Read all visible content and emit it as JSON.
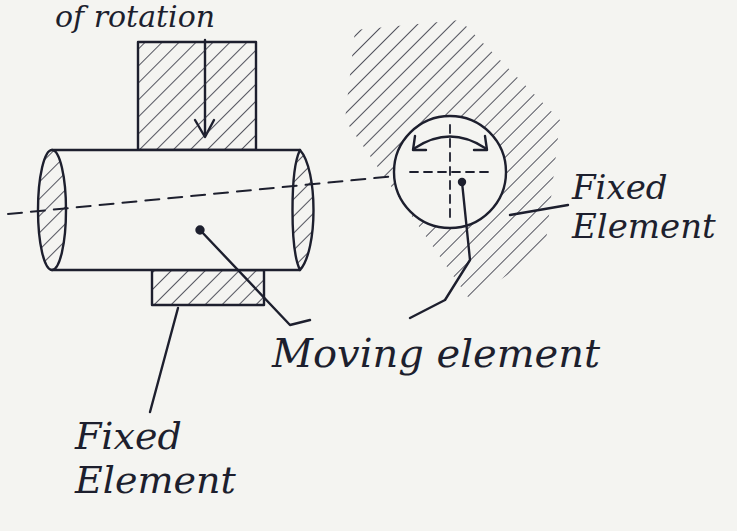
{
  "diagram": {
    "labels": [
      "of rotation",
      "Fixed Element",
      "Moving element",
      "Fixed Element"
    ]
  }
}
